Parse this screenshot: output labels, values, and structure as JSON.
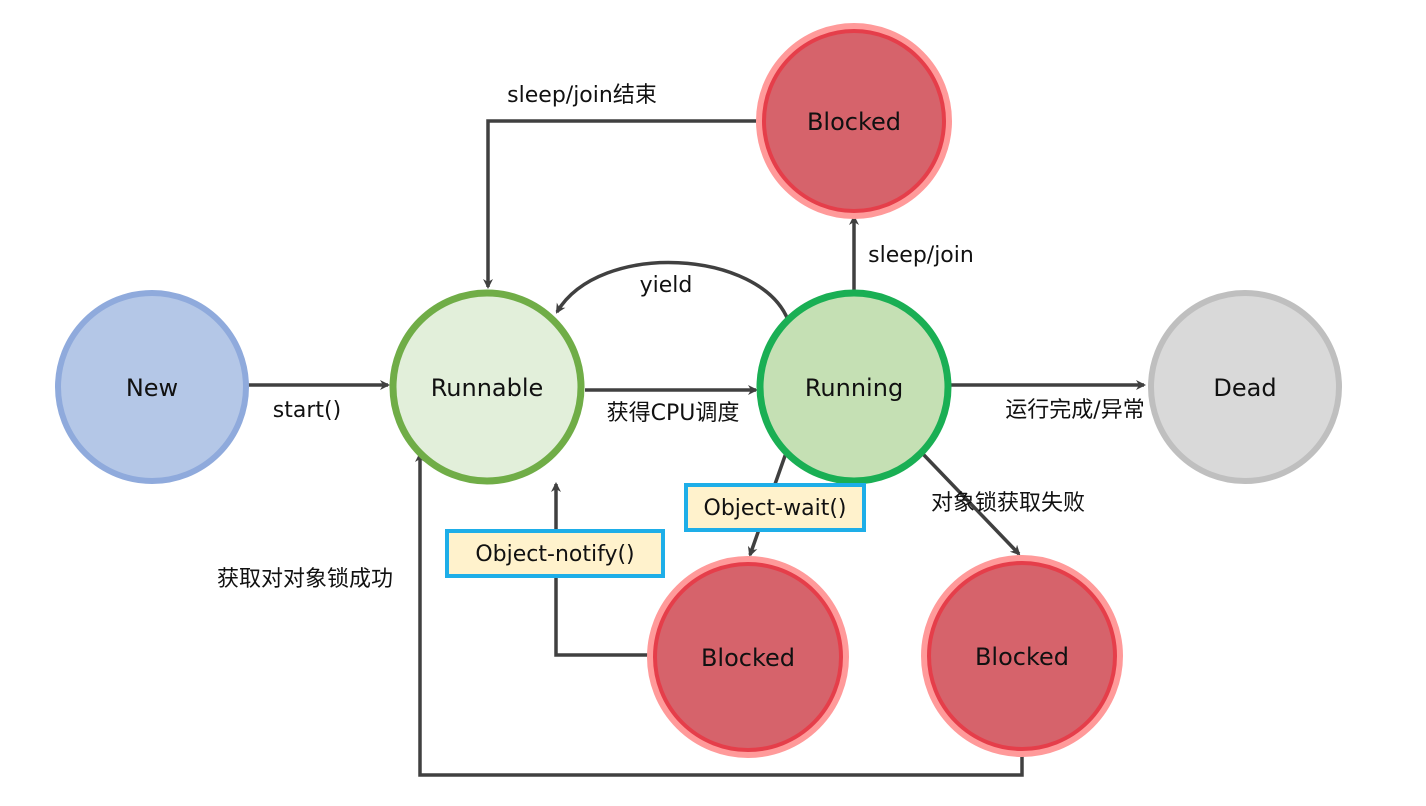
{
  "diagram": {
    "colors": {
      "new_fill": "#b4c7e7",
      "new_stroke": "#8faadc",
      "runnable_fill": "#e2efda",
      "runnable_stroke": "#70ad47",
      "running_fill": "#c5e0b4",
      "running_stroke": "#1aaf54",
      "dead_fill": "#d9d9d9",
      "dead_stroke": "#bfbfbf",
      "blocked_fill": "#d6636b",
      "blocked_stroke": "#e53e4a",
      "blocked_halo": "#ff9a9a",
      "note_fill": "#fff2cc",
      "note_stroke": "#1eaee8",
      "edge": "#404040"
    },
    "nodes": {
      "new": "New",
      "runnable": "Runnable",
      "running": "Running",
      "dead": "Dead",
      "blocked_sleep": "Blocked",
      "blocked_wait": "Blocked",
      "blocked_lock": "Blocked"
    },
    "edges": {
      "start": "start()",
      "cpu": "获得CPU调度",
      "finish": "运行完成/异常",
      "sleep": "sleep/join",
      "sleep_end": "sleep/join结束",
      "yield": "yield",
      "wait": "Object-wait()",
      "notify": "Object-notify()",
      "lock_fail": "对象锁获取失败",
      "lock_ok": "获取对对象锁成功"
    }
  }
}
